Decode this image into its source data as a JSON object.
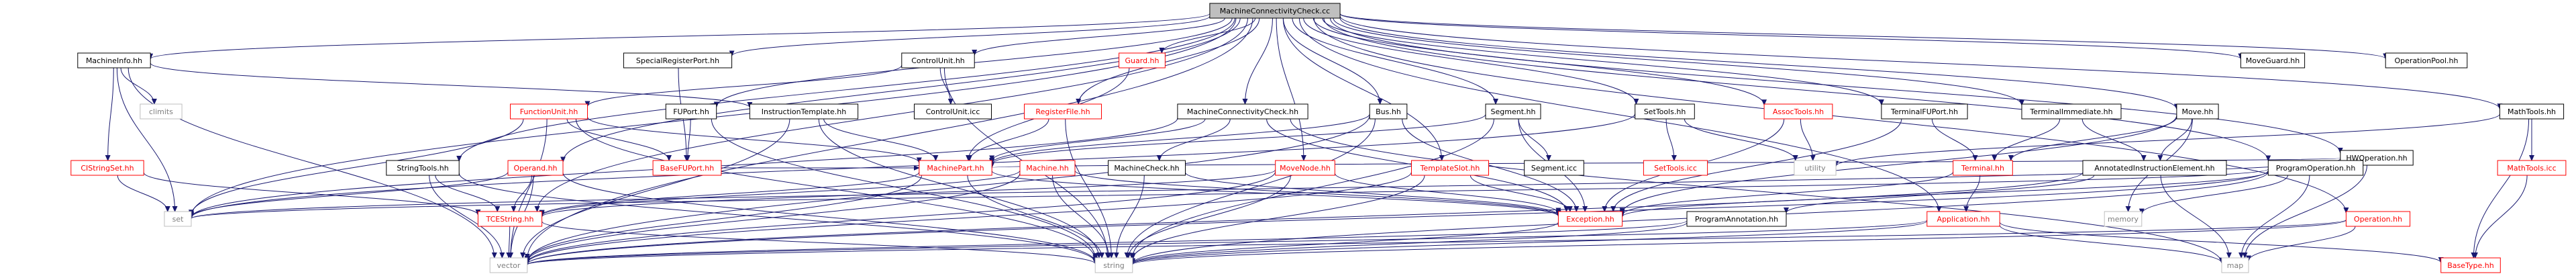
{
  "colors": {
    "edge": "#191970",
    "normal_border": "#000000",
    "normal_text": "#000000",
    "linked_border": "#ff0000",
    "linked_text": "#ff0000",
    "system_border": "#bfbfbf",
    "system_text": "#7f7f7f",
    "root_fill": "#bfbfbf",
    "fill": "#ffffff"
  },
  "graph": {
    "root": "MachineConnectivityCheck.cc",
    "nodes": [
      {
        "id": "root",
        "label": "MachineConnectivityCheck.cc",
        "kind": "root"
      },
      {
        "id": "MachineInfo_hh",
        "label": "MachineInfo.hh",
        "kind": "normal"
      },
      {
        "id": "SpecialRegisterPort_hh",
        "label": "SpecialRegisterPort.hh",
        "kind": "normal"
      },
      {
        "id": "ControlUnit_hh",
        "label": "ControlUnit.hh",
        "kind": "normal"
      },
      {
        "id": "Guard_hh",
        "label": "Guard.hh",
        "kind": "linked"
      },
      {
        "id": "MoveGuard_hh",
        "label": "MoveGuard.hh",
        "kind": "normal"
      },
      {
        "id": "OperationPool_hh",
        "label": "OperationPool.hh",
        "kind": "normal"
      },
      {
        "id": "climits",
        "label": "climits",
        "kind": "system"
      },
      {
        "id": "FunctionUnit_hh",
        "label": "FunctionUnit.hh",
        "kind": "linked"
      },
      {
        "id": "FUPort_hh",
        "label": "FUPort.hh",
        "kind": "normal"
      },
      {
        "id": "InstructionTemplate_hh",
        "label": "InstructionTemplate.hh",
        "kind": "normal"
      },
      {
        "id": "ControlUnit_icc",
        "label": "ControlUnit.icc",
        "kind": "normal"
      },
      {
        "id": "RegisterFile_hh",
        "label": "RegisterFile.hh",
        "kind": "linked"
      },
      {
        "id": "MachineConnectivityCheck_hh",
        "label": "MachineConnectivityCheck.hh",
        "kind": "normal"
      },
      {
        "id": "Bus_hh",
        "label": "Bus.hh",
        "kind": "normal"
      },
      {
        "id": "Segment_hh",
        "label": "Segment.hh",
        "kind": "normal"
      },
      {
        "id": "SetTools_hh",
        "label": "SetTools.hh",
        "kind": "normal"
      },
      {
        "id": "AssocTools_hh",
        "label": "AssocTools.hh",
        "kind": "linked"
      },
      {
        "id": "TerminalFUPort_hh",
        "label": "TerminalFUPort.hh",
        "kind": "normal"
      },
      {
        "id": "TerminalImmediate_hh",
        "label": "TerminalImmediate.hh",
        "kind": "normal"
      },
      {
        "id": "Move_hh",
        "label": "Move.hh",
        "kind": "normal"
      },
      {
        "id": "HWOperation_hh",
        "label": "HWOperation.hh",
        "kind": "normal"
      },
      {
        "id": "MathTools_hh",
        "label": "MathTools.hh",
        "kind": "normal"
      },
      {
        "id": "CIStringSet_hh",
        "label": "CIStringSet.hh",
        "kind": "linked"
      },
      {
        "id": "BaseFUPort_hh",
        "label": "BaseFUPort.hh",
        "kind": "linked"
      },
      {
        "id": "StringTools_hh",
        "label": "StringTools.hh",
        "kind": "normal"
      },
      {
        "id": "Operand_hh",
        "label": "Operand.hh",
        "kind": "linked"
      },
      {
        "id": "MachinePart_hh",
        "label": "MachinePart.hh",
        "kind": "linked"
      },
      {
        "id": "Machine_hh",
        "label": "Machine.hh",
        "kind": "linked"
      },
      {
        "id": "MachineCheck_hh",
        "label": "MachineCheck.hh",
        "kind": "normal"
      },
      {
        "id": "MoveNode_hh",
        "label": "MoveNode.hh",
        "kind": "linked"
      },
      {
        "id": "TemplateSlot_hh",
        "label": "TemplateSlot.hh",
        "kind": "linked"
      },
      {
        "id": "Segment_icc",
        "label": "Segment.icc",
        "kind": "normal"
      },
      {
        "id": "SetTools_icc",
        "label": "SetTools.icc",
        "kind": "linked"
      },
      {
        "id": "utility",
        "label": "utility",
        "kind": "system"
      },
      {
        "id": "Terminal_hh",
        "label": "Terminal.hh",
        "kind": "linked"
      },
      {
        "id": "AnnotatedInstructionElement_hh",
        "label": "AnnotatedInstructionElement.hh",
        "kind": "normal"
      },
      {
        "id": "ProgramOperation_hh",
        "label": "ProgramOperation.hh",
        "kind": "normal"
      },
      {
        "id": "MathTools_icc",
        "label": "MathTools.icc",
        "kind": "linked"
      },
      {
        "id": "set",
        "label": "set",
        "kind": "system"
      },
      {
        "id": "TCEString_hh",
        "label": "TCEString.hh",
        "kind": "linked"
      },
      {
        "id": "Exception_hh",
        "label": "Exception.hh",
        "kind": "linked"
      },
      {
        "id": "ProgramAnnotation_hh",
        "label": "ProgramAnnotation.hh",
        "kind": "normal"
      },
      {
        "id": "Application_hh",
        "label": "Application.hh",
        "kind": "linked"
      },
      {
        "id": "memory",
        "label": "memory",
        "kind": "system"
      },
      {
        "id": "Operation_hh",
        "label": "Operation.hh",
        "kind": "linked"
      },
      {
        "id": "vector",
        "label": "vector",
        "kind": "system"
      },
      {
        "id": "string",
        "label": "string",
        "kind": "system"
      },
      {
        "id": "map",
        "label": "map",
        "kind": "system"
      },
      {
        "id": "BaseType_hh",
        "label": "BaseType.hh",
        "kind": "linked"
      }
    ],
    "edges": [
      [
        "root",
        "MachineInfo_hh"
      ],
      [
        "root",
        "SpecialRegisterPort_hh"
      ],
      [
        "root",
        "ControlUnit_hh"
      ],
      [
        "root",
        "Guard_hh"
      ],
      [
        "root",
        "MoveGuard_hh"
      ],
      [
        "root",
        "OperationPool_hh"
      ],
      [
        "root",
        "FUPort_hh"
      ],
      [
        "root",
        "RegisterFile_hh"
      ],
      [
        "root",
        "MachineConnectivityCheck_hh"
      ],
      [
        "root",
        "Bus_hh"
      ],
      [
        "root",
        "Segment_hh"
      ],
      [
        "root",
        "SetTools_hh"
      ],
      [
        "root",
        "AssocTools_hh"
      ],
      [
        "root",
        "TerminalFUPort_hh"
      ],
      [
        "root",
        "TerminalImmediate_hh"
      ],
      [
        "root",
        "Move_hh"
      ],
      [
        "root",
        "HWOperation_hh"
      ],
      [
        "root",
        "MathTools_hh"
      ],
      [
        "root",
        "StringTools_hh"
      ],
      [
        "root",
        "Operand_hh"
      ],
      [
        "root",
        "TemplateSlot_hh"
      ],
      [
        "root",
        "MoveNode_hh"
      ],
      [
        "root",
        "ProgramOperation_hh"
      ],
      [
        "root",
        "Operation_hh"
      ],
      [
        "root",
        "TCEString_hh"
      ],
      [
        "root",
        "Application_hh"
      ],
      [
        "root",
        "set"
      ],
      [
        "root",
        "vector"
      ],
      [
        "MachineInfo_hh",
        "climits"
      ],
      [
        "MachineInfo_hh",
        "CIStringSet_hh"
      ],
      [
        "MachineInfo_hh",
        "InstructionTemplate_hh"
      ],
      [
        "MachineInfo_hh",
        "set"
      ],
      [
        "MachineInfo_hh",
        "vector"
      ],
      [
        "SpecialRegisterPort_hh",
        "BaseFUPort_hh"
      ],
      [
        "ControlUnit_hh",
        "FunctionUnit_hh"
      ],
      [
        "ControlUnit_hh",
        "ControlUnit_icc"
      ],
      [
        "ControlUnit_hh",
        "string"
      ],
      [
        "Guard_hh",
        "MachinePart_hh"
      ],
      [
        "FunctionUnit_hh",
        "BaseFUPort_hh"
      ],
      [
        "FunctionUnit_hh",
        "MachinePart_hh"
      ],
      [
        "FunctionUnit_hh",
        "set"
      ],
      [
        "FunctionUnit_hh",
        "string"
      ],
      [
        "FunctionUnit_hh",
        "vector"
      ],
      [
        "FUPort_hh",
        "BaseFUPort_hh"
      ],
      [
        "FUPort_hh",
        "string"
      ],
      [
        "InstructionTemplate_hh",
        "MachinePart_hh"
      ],
      [
        "InstructionTemplate_hh",
        "string"
      ],
      [
        "InstructionTemplate_hh",
        "vector"
      ],
      [
        "RegisterFile_hh",
        "MachinePart_hh"
      ],
      [
        "RegisterFile_hh",
        "string"
      ],
      [
        "MachineConnectivityCheck_hh",
        "MachineCheck_hh"
      ],
      [
        "MachineConnectivityCheck_hh",
        "MachinePart_hh"
      ],
      [
        "MachineConnectivityCheck_hh",
        "Exception_hh"
      ],
      [
        "MachineConnectivityCheck_hh",
        "set"
      ],
      [
        "MachineConnectivityCheck_hh",
        "map"
      ],
      [
        "Bus_hh",
        "MachinePart_hh"
      ],
      [
        "Bus_hh",
        "string"
      ],
      [
        "Bus_hh",
        "vector"
      ],
      [
        "Bus_hh",
        "Exception_hh"
      ],
      [
        "Segment_hh",
        "MachinePart_hh"
      ],
      [
        "Segment_hh",
        "Segment_icc"
      ],
      [
        "Segment_hh",
        "string"
      ],
      [
        "Segment_hh",
        "Exception_hh"
      ],
      [
        "SetTools_hh",
        "SetTools_icc"
      ],
      [
        "SetTools_hh",
        "set"
      ],
      [
        "SetTools_hh",
        "utility"
      ],
      [
        "AssocTools_hh",
        "utility"
      ],
      [
        "AssocTools_hh",
        "Exception_hh"
      ],
      [
        "TerminalFUPort_hh",
        "Terminal_hh"
      ],
      [
        "TerminalFUPort_hh",
        "Exception_hh"
      ],
      [
        "TerminalImmediate_hh",
        "Terminal_hh"
      ],
      [
        "TerminalImmediate_hh",
        "AnnotatedInstructionElement_hh"
      ],
      [
        "Move_hh",
        "Terminal_hh"
      ],
      [
        "Move_hh",
        "AnnotatedInstructionElement_hh"
      ],
      [
        "Move_hh",
        "memory"
      ],
      [
        "Move_hh",
        "Exception_hh"
      ],
      [
        "HWOperation_hh",
        "MachinePart_hh"
      ],
      [
        "HWOperation_hh",
        "map"
      ],
      [
        "HWOperation_hh",
        "set"
      ],
      [
        "MathTools_hh",
        "MathTools_icc"
      ],
      [
        "MathTools_hh",
        "utility"
      ],
      [
        "MathTools_hh",
        "BaseType_hh"
      ],
      [
        "CIStringSet_hh",
        "set"
      ],
      [
        "CIStringSet_hh",
        "TCEString_hh"
      ],
      [
        "BaseFUPort_hh",
        "MachinePart_hh"
      ],
      [
        "StringTools_hh",
        "TCEString_hh"
      ],
      [
        "StringTools_hh",
        "string"
      ],
      [
        "StringTools_hh",
        "vector"
      ],
      [
        "Operand_hh",
        "TCEString_hh"
      ],
      [
        "Operand_hh",
        "set"
      ],
      [
        "Operand_hh",
        "string"
      ],
      [
        "Operand_hh",
        "vector"
      ],
      [
        "MachinePart_hh",
        "TCEString_hh"
      ],
      [
        "MachinePart_hh",
        "Exception_hh"
      ],
      [
        "MachinePart_hh",
        "string"
      ],
      [
        "MachinePart_hh",
        "vector"
      ],
      [
        "Machine_hh",
        "TCEString_hh"
      ],
      [
        "Machine_hh",
        "Exception_hh"
      ],
      [
        "Machine_hh",
        "string"
      ],
      [
        "Machine_hh",
        "vector"
      ],
      [
        "MachineCheck_hh",
        "string"
      ],
      [
        "MachineCheck_hh",
        "Exception_hh"
      ],
      [
        "MoveNode_hh",
        "Exception_hh"
      ],
      [
        "MoveNode_hh",
        "string"
      ],
      [
        "MoveNode_hh",
        "vector"
      ],
      [
        "MoveNode_hh",
        "TCEString_hh"
      ],
      [
        "TemplateSlot_hh",
        "Exception_hh"
      ],
      [
        "TemplateSlot_hh",
        "string"
      ],
      [
        "TemplateSlot_hh",
        "vector"
      ],
      [
        "Terminal_hh",
        "Exception_hh"
      ],
      [
        "Terminal_hh",
        "Application_hh"
      ],
      [
        "AnnotatedInstructionElement_hh",
        "ProgramAnnotation_hh"
      ],
      [
        "AnnotatedInstructionElement_hh",
        "map"
      ],
      [
        "AnnotatedInstructionElement_hh",
        "vector"
      ],
      [
        "ProgramOperation_hh",
        "Exception_hh"
      ],
      [
        "ProgramOperation_hh",
        "memory"
      ],
      [
        "ProgramOperation_hh",
        "map"
      ],
      [
        "ProgramOperation_hh",
        "set"
      ],
      [
        "ProgramOperation_hh",
        "vector"
      ],
      [
        "ProgramOperation_hh",
        "string"
      ],
      [
        "MathTools_icc",
        "BaseType_hh"
      ],
      [
        "TCEString_hh",
        "vector"
      ],
      [
        "TCEString_hh",
        "string"
      ],
      [
        "Exception_hh",
        "string"
      ],
      [
        "ProgramAnnotation_hh",
        "string"
      ],
      [
        "ProgramAnnotation_hh",
        "vector"
      ],
      [
        "Application_hh",
        "vector"
      ],
      [
        "Application_hh",
        "map"
      ],
      [
        "Application_hh",
        "string"
      ],
      [
        "Application_hh",
        "BaseType_hh"
      ],
      [
        "Operation_hh",
        "string"
      ],
      [
        "Operation_hh",
        "map"
      ],
      [
        "Operation_hh",
        "vector"
      ]
    ]
  }
}
